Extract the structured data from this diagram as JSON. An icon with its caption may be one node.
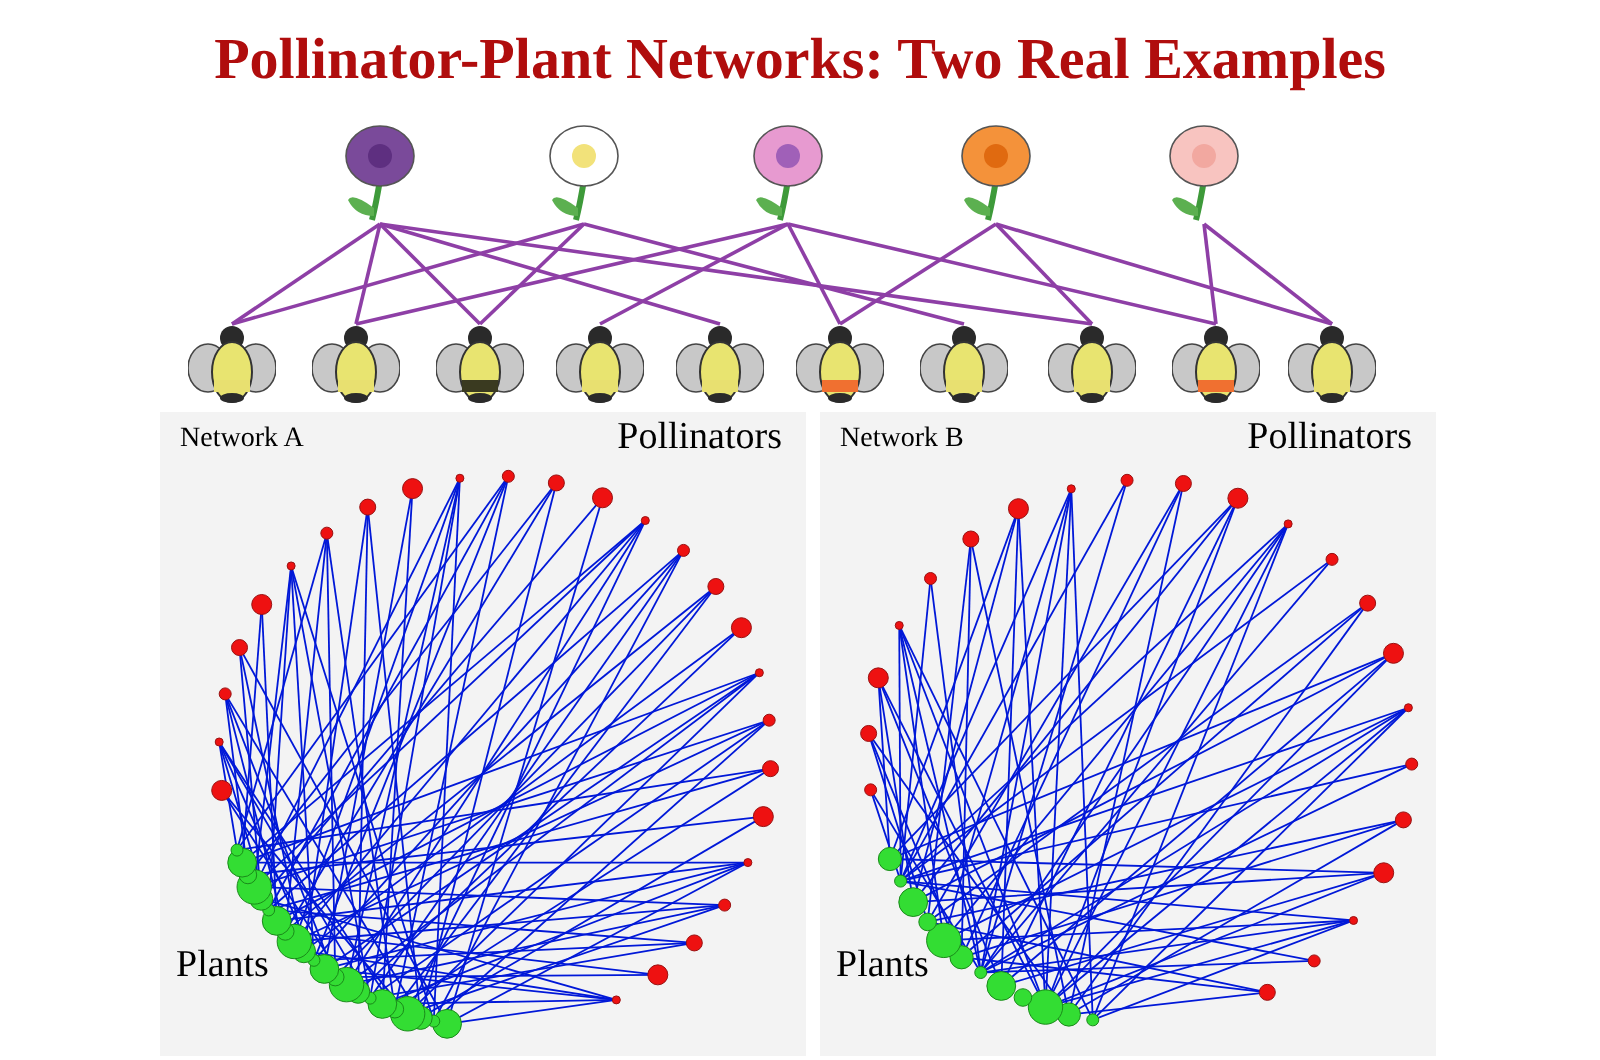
{
  "diagram": {
    "title": "Pollinator-Plant Networks: Two Real Examples",
    "nodes": [
      {
        "text": [],
        "shape": "picture"
      },
      {
        "text": [],
        "shape": "picture"
      },
      {
        "text": [],
        "shape": "picture"
      },
      {
        "text": [],
        "shape": "picture"
      },
      {
        "text": [],
        "shape": "picture"
      },
      {
        "text": [],
        "shape": "picture"
      },
      {
        "text": [],
        "shape": "picture"
      },
      {
        "text": [],
        "shape": "picture"
      },
      {
        "text": [],
        "shape": "picture"
      },
      {
        "text": [],
        "shape": "picture"
      },
      {
        "text": [],
        "shape": "picture"
      },
      {
        "text": [],
        "shape": "picture"
      },
      {
        "text": [],
        "shape": "picture"
      },
      {
        "text": [],
        "shape": "picture"
      },
      {
        "text": [],
        "shape": "picture"
      },
      {
        "text": [
          "Network A",
          "Pollinators",
          "Plants"
        ]
      },
      {
        "text": [
          "Network B",
          "Pollinators",
          "Plants"
        ]
      }
    ],
    "edges": [
      {
        "from": 0,
        "to": 5,
        "arrow": "none"
      },
      {
        "from": 0,
        "to": 6,
        "arrow": "none"
      },
      {
        "from": 0,
        "to": 7,
        "arrow": "none"
      },
      {
        "from": 0,
        "to": 9,
        "arrow": "none"
      },
      {
        "from": 0,
        "to": 12,
        "arrow": "none"
      },
      {
        "from": 1,
        "to": 5,
        "arrow": "none"
      },
      {
        "from": 1,
        "to": 7,
        "arrow": "none"
      },
      {
        "from": 1,
        "to": 11,
        "arrow": "none"
      },
      {
        "from": 2,
        "to": 6,
        "arrow": "none"
      },
      {
        "from": 2,
        "to": 8,
        "arrow": "none"
      },
      {
        "from": 2,
        "to": 10,
        "arrow": "none"
      },
      {
        "from": 2,
        "to": 13,
        "arrow": "none"
      },
      {
        "from": 3,
        "to": 10,
        "arrow": "none"
      },
      {
        "from": 3,
        "to": 12,
        "arrow": "none"
      },
      {
        "from": 3,
        "to": 14,
        "arrow": "none"
      },
      {
        "from": 4,
        "to": 13,
        "arrow": "none"
      },
      {
        "from": 4,
        "to": 14,
        "arrow": "none"
      }
    ]
  }
}
